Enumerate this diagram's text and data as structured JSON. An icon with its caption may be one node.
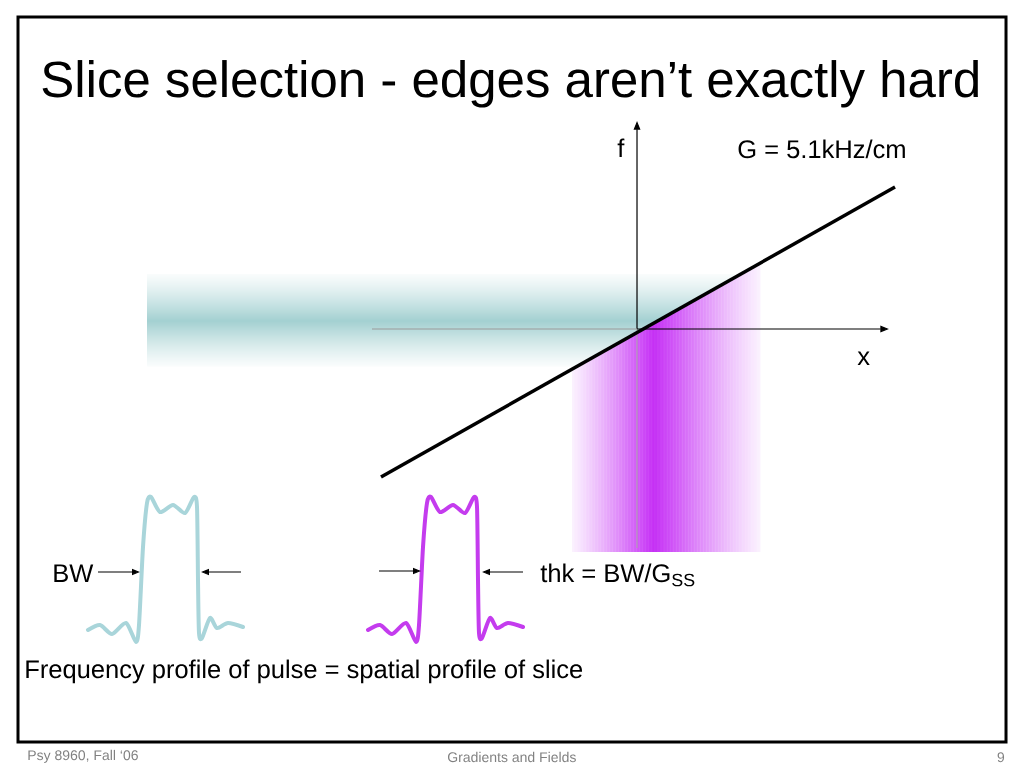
{
  "diagram": {
    "title": "Slice selection - edges aren’t exactly hard",
    "caption": "Frequency profile of pulse = spatial profile of slice",
    "labels": [
      "f",
      "G = 5.1kHz/cm",
      "x",
      "BW",
      "thk = BW/G$_{SS}$",
      "Psy 8960, Fall ‘06",
      "Gradients and Fields",
      "9"
    ]
  }
}
